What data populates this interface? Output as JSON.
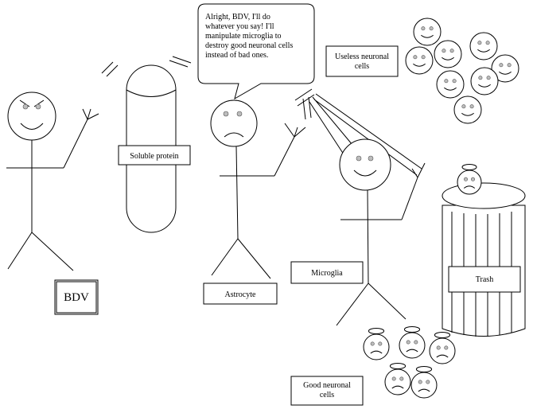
{
  "speech_bubble": {
    "lines": [
      "Alright, BDV, I'll do",
      "whatever you say! I'll",
      "manipulate microglia to",
      "destroy good neuronal cells",
      "instead of bad ones."
    ]
  },
  "labels": {
    "bdv": "BDV",
    "soluble_protein": "Soluble protein",
    "astrocyte": "Astrocyte",
    "microglia": "Microglia",
    "trash": "Trash",
    "useless_cells": [
      "Useless neuronal",
      "cells"
    ],
    "good_cells": [
      "Good neuronal",
      "cells"
    ]
  }
}
